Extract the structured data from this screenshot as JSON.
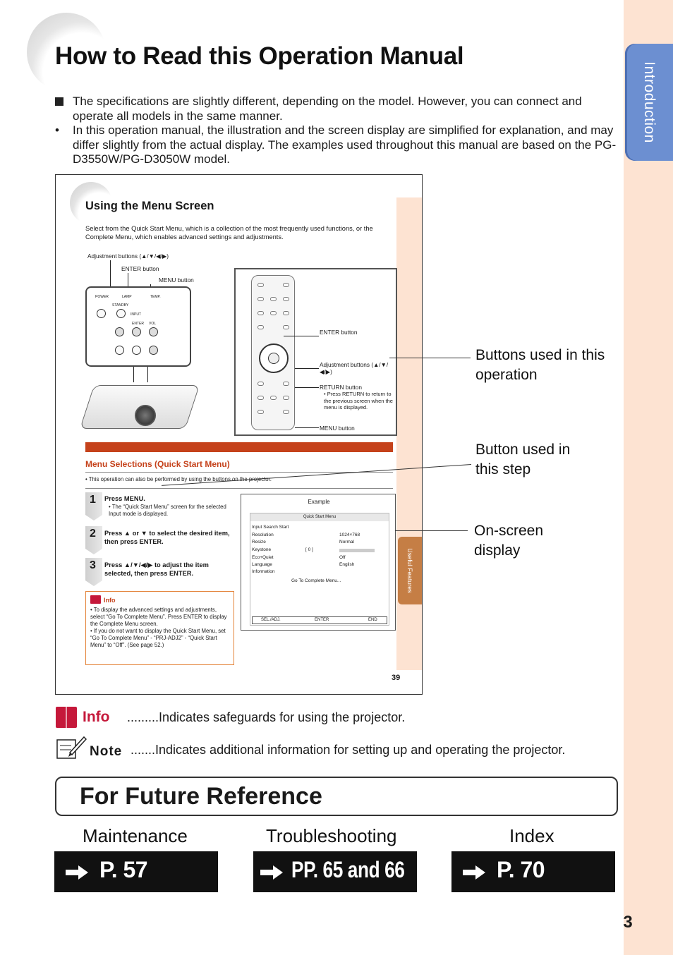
{
  "side_tab": {
    "label": "Introduction"
  },
  "page_number": "3",
  "title": "How to Read this Operation Manual",
  "intro": {
    "items": [
      {
        "marker": "square",
        "text": "The specifications are slightly different, depending on the model. However, you can connect and operate all models in the same manner."
      },
      {
        "marker": "•",
        "text": "In this operation manual, the illustration and the screen display are simplified for explanation, and may differ slightly from the actual display. The examples used throughout this manual are based on the PG-D3550W/PG-D3050W model."
      }
    ]
  },
  "sample_page": {
    "heading": "Using the Menu Screen",
    "intro": "Select from the Quick Start Menu, which is a collection of the most frequently used functions, or the Complete Menu, which enables advanced settings and adjustments.",
    "callouts_left": {
      "adjustment": "Adjustment buttons (▲/▼/◀/▶)",
      "enter": "ENTER button",
      "menu": "MENU button"
    },
    "callouts_right": {
      "enter": "ENTER button",
      "adjustment": "Adjustment buttons (▲/▼/◀/▶)",
      "return": "RETURN button",
      "return_note": "• Press RETURN to return to the previous screen when the menu is displayed.",
      "menu": "MENU button"
    },
    "menu_selections": "Menu Selections (Quick Start Menu)",
    "note": "• This operation can also be performed by using the buttons on the projector.",
    "steps": [
      {
        "num": "1",
        "text": "Press MENU.",
        "sub": "• The “Quick Start Menu” screen for the selected Input mode is displayed."
      },
      {
        "num": "2",
        "text": "Press ▲ or ▼ to select the desired item, then press ENTER.",
        "sub": ""
      },
      {
        "num": "3",
        "text": "Press ▲/▼/◀/▶ to adjust the item selected, then press ENTER.",
        "sub": ""
      }
    ],
    "info": {
      "title": "Info",
      "lines": [
        "• To display the advanced settings and adjustments, select “Go To Complete Menu”. Press ENTER to display the Complete Menu screen.",
        "• If you do not want to display the Quick Start Menu, set “Go To Complete Menu” - “PRJ-ADJ2” - “Quick Start Menu” to “Off”. (See page 52.)"
      ]
    },
    "example": {
      "label": "Example",
      "screen_title": "Quick Start Menu",
      "rows": [
        {
          "label": "Input Search Start",
          "value": ""
        },
        {
          "label": "Resolution",
          "value": "1024×768"
        },
        {
          "label": "Resize",
          "value": "Normal"
        },
        {
          "label": "Keystone",
          "value": "[ 0 ]"
        },
        {
          "label": "Eco+Quiet",
          "value": "Off"
        },
        {
          "label": "Language",
          "value": "English"
        },
        {
          "label": "Information",
          "value": ""
        }
      ],
      "go_to": "Go To Complete Menu...",
      "footer": {
        "sel": "SEL./ADJ.",
        "enter": "ENTER",
        "end": "END"
      }
    },
    "side_tab": "Useful Features",
    "page": "39",
    "panel_labels": {
      "power": "POWER",
      "lamp": "LAMP",
      "temp": "TEMP.",
      "standby": "STANDBY",
      "input": "INPUT",
      "enter": "ENTER",
      "vol": "VOL"
    }
  },
  "annotations": [
    {
      "text": "Buttons used in this operation"
    },
    {
      "text": "Button used in this step"
    },
    {
      "text": "On-screen display"
    }
  ],
  "legend": {
    "info_label": "Info",
    "info_text": ".........Indicates safeguards for using the projector.",
    "note_label": "Note",
    "note_text": ".......Indicates additional information for setting up and operating the projector."
  },
  "future_reference": {
    "title": "For Future Reference",
    "refs": [
      {
        "label": "Maintenance",
        "page": "P. 57"
      },
      {
        "label": "Troubleshooting",
        "page": "PP. 65 and 66"
      },
      {
        "label": "Index",
        "page": "P. 70"
      }
    ]
  },
  "colors": {
    "side_tab": "#6c8fd1",
    "side_strip": "#fde3d2",
    "info_red": "#c5183a",
    "sample_accent": "#c5421b",
    "sample_tab": "#c57e45"
  }
}
